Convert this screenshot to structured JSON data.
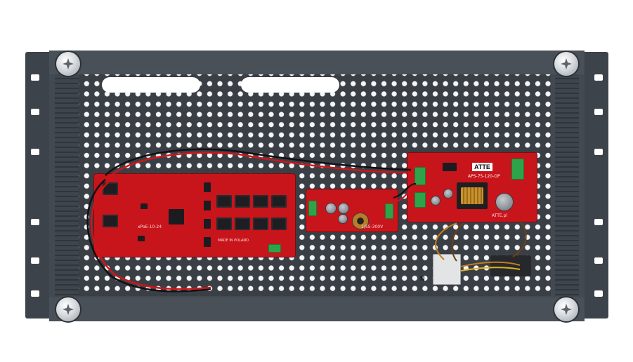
{
  "scene": {
    "subject": "19-inch rack mount perforated mounting panel with PoE switch, DC converter and power supply modules",
    "palette": {
      "background": "#ffffff",
      "frame": "#434951",
      "pcb": "#c8141b",
      "wire_red": "#d1141a",
      "wire_black": "#111111",
      "terminal_green": "#2fa34a"
    }
  },
  "labels": {
    "psu_brand": "ATTE",
    "psu_model": "APS-75-120-OP",
    "switch_model": "xPoE-10-24",
    "psu_silk": "ATTE.pl",
    "madein": "MADE IN POLAND",
    "converter_model": "1/SS-300V",
    "mains_mark": "N"
  }
}
